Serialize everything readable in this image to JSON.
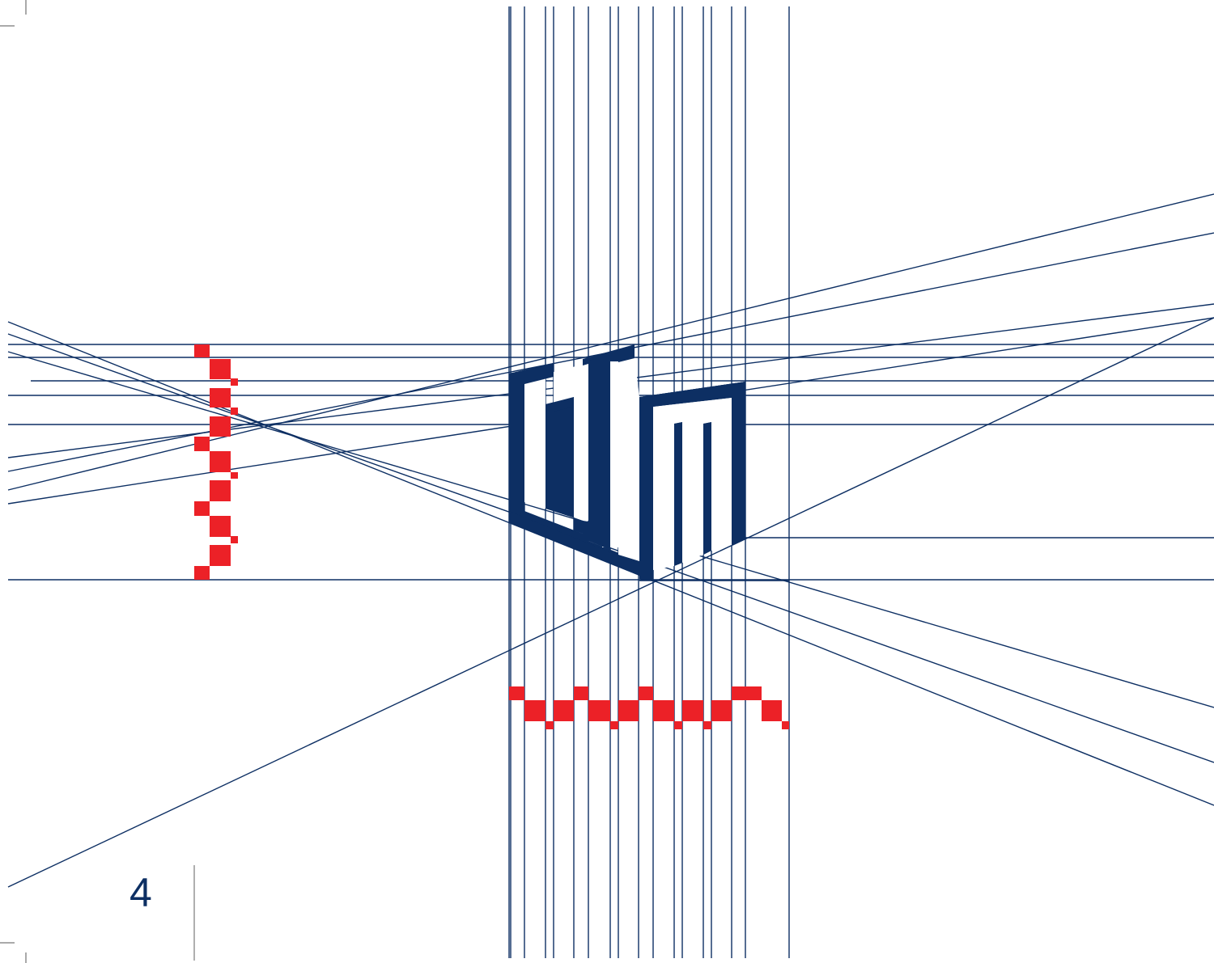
{
  "page": {
    "number": "4"
  },
  "colors": {
    "navy": "#0d2f63",
    "red": "#ec2127",
    "background": "#ffffff"
  },
  "artwork": {
    "logo": "geometric-building-logo",
    "pattern": "red-pixel-stepped-pattern"
  }
}
